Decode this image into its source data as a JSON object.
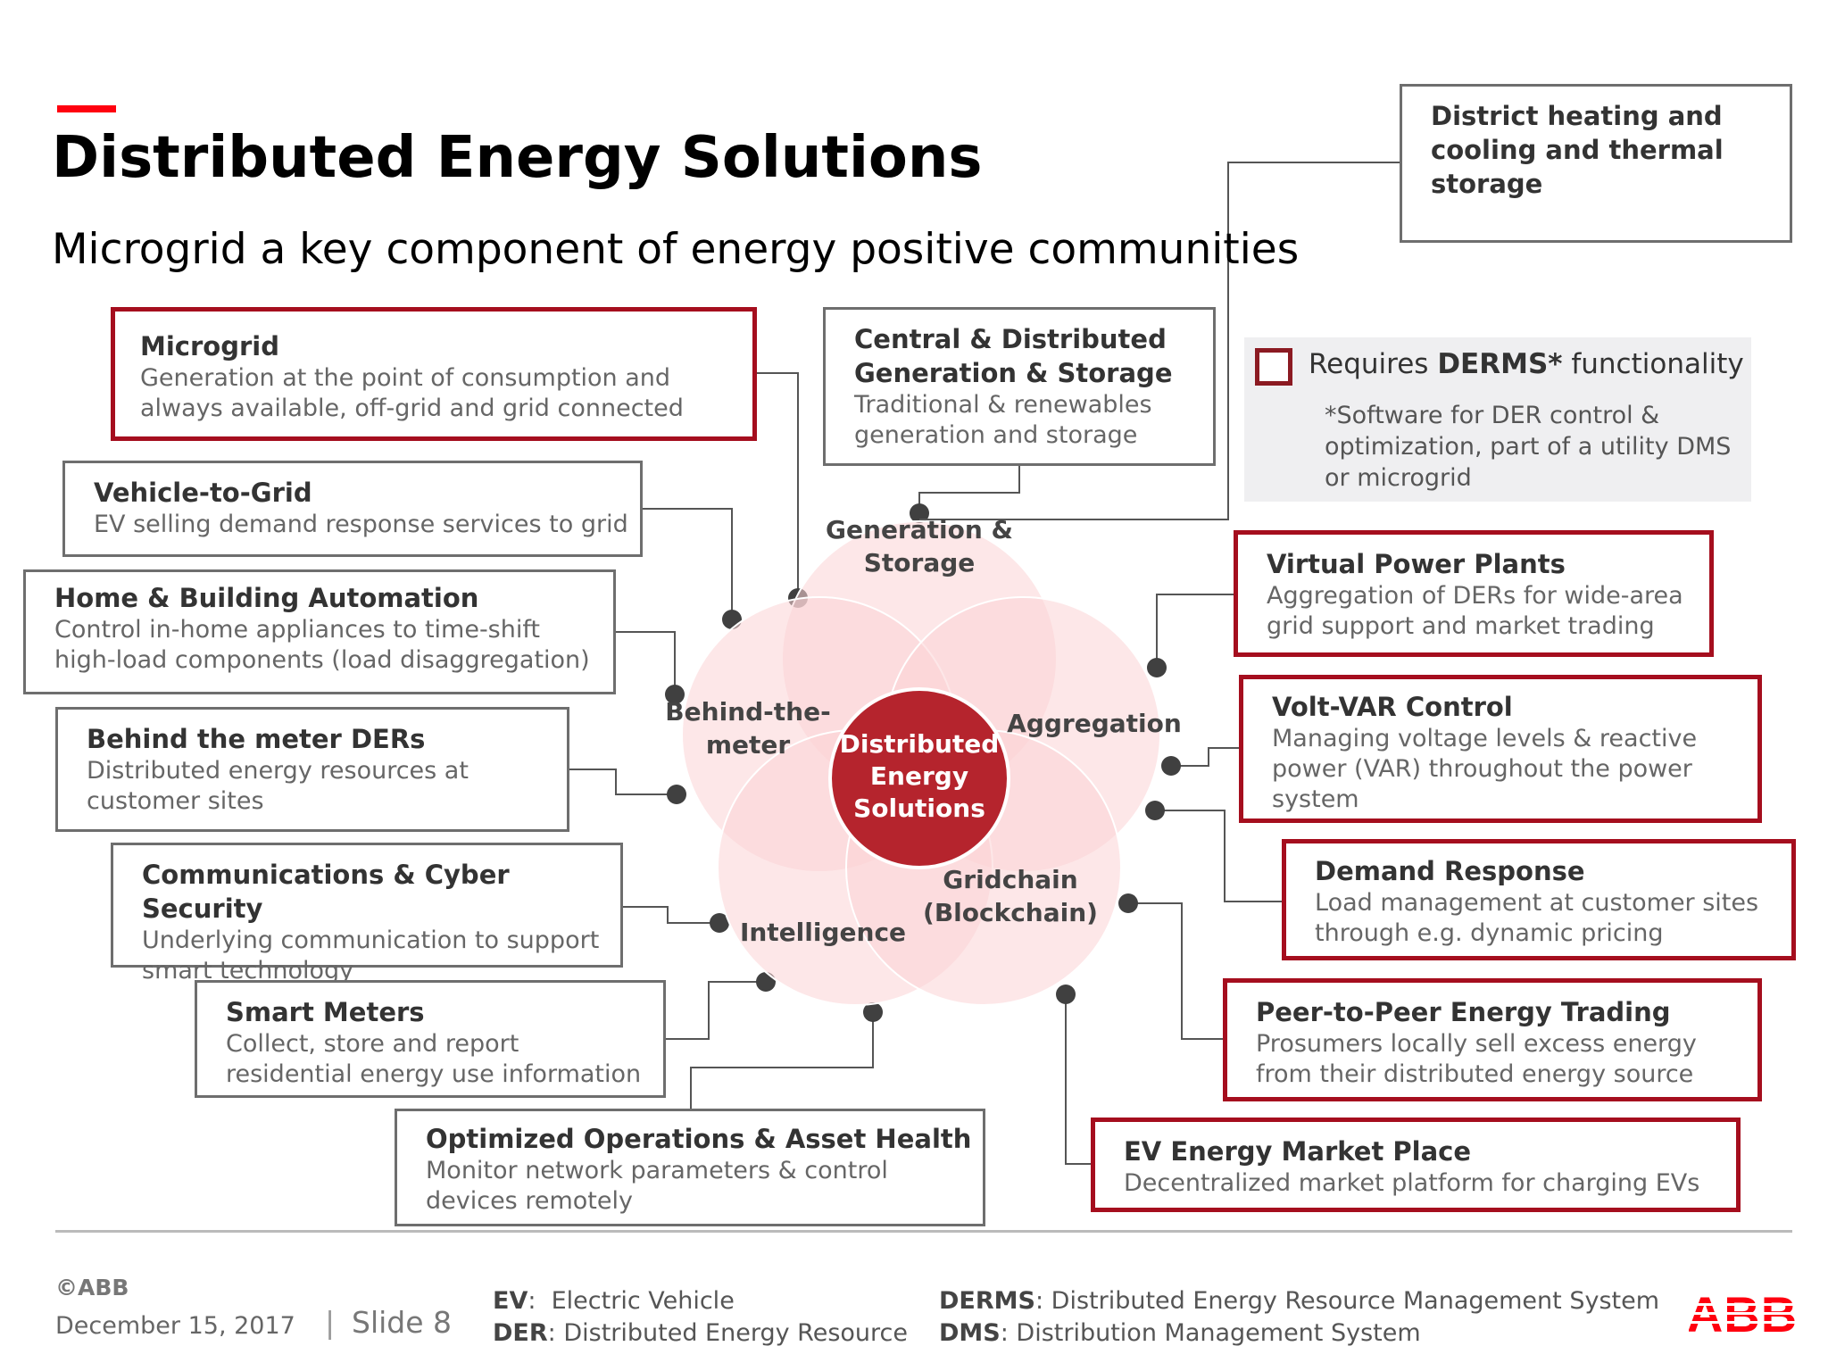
{
  "page": {
    "title": "Distributed Energy Solutions",
    "subtitle": "Microgrid a key component of energy positive communities"
  },
  "center": {
    "label": "Distributed Energy Solutions",
    "lines": [
      "Distributed",
      "Energy",
      "Solutions"
    ],
    "color": "#b5242d"
  },
  "petals": [
    {
      "id": "generation",
      "lines": [
        "Generation &",
        "Storage"
      ]
    },
    {
      "id": "behind",
      "lines": [
        "Behind-the-",
        "meter"
      ]
    },
    {
      "id": "aggregation",
      "lines": [
        "Aggregation"
      ]
    },
    {
      "id": "intelligence",
      "lines": [
        "Intelligence"
      ]
    },
    {
      "id": "gridchain",
      "lines": [
        "Gridchain",
        "(Blockchain)"
      ]
    }
  ],
  "boxes": [
    {
      "id": "microgrid",
      "title": "Microgrid",
      "desc": [
        "Generation at the point of consumption and",
        "always available, off-grid and grid connected"
      ],
      "derms": true
    },
    {
      "id": "central-gen",
      "title": "Central & Distributed Generation & Storage",
      "title_lines": [
        "Central & Distributed",
        "Generation & Storage"
      ],
      "desc": [
        "Traditional & renewables",
        "generation and storage"
      ],
      "derms": false
    },
    {
      "id": "district",
      "title": "District heating and cooling and thermal storage",
      "title_lines": [
        "District heating and",
        "cooling and thermal",
        "storage"
      ],
      "desc": [],
      "derms": false
    },
    {
      "id": "v2g",
      "title": "Vehicle-to-Grid",
      "desc": [
        "EV selling demand response services to grid"
      ],
      "derms": false
    },
    {
      "id": "home",
      "title": "Home & Building Automation",
      "desc": [
        "Control in-home appliances to time-shift",
        "high-load components (load disaggregation)"
      ],
      "derms": false
    },
    {
      "id": "btm",
      "title": "Behind the meter DERs",
      "desc": [
        "Distributed energy resources at",
        "customer sites"
      ],
      "derms": false
    },
    {
      "id": "comms",
      "title": "Communications & Cyber Security",
      "desc": [
        "Underlying communication to support",
        "smart technology"
      ],
      "derms": false
    },
    {
      "id": "smart-meters",
      "title": "Smart Meters",
      "desc": [
        "Collect, store and report",
        "residential energy use information"
      ],
      "derms": false
    },
    {
      "id": "ops",
      "title": "Optimized Operations & Asset Health",
      "desc": [
        "Monitor network parameters  & control",
        "devices remotely"
      ],
      "derms": false
    },
    {
      "id": "vpp",
      "title": "Virtual Power Plants",
      "desc": [
        "Aggregation of DERs for wide-area",
        "grid support and market trading"
      ],
      "derms": true
    },
    {
      "id": "voltvar",
      "title": "Volt-VAR Control",
      "desc": [
        "Managing voltage levels & reactive",
        "power (VAR) throughout the power",
        "system"
      ],
      "derms": true
    },
    {
      "id": "dr",
      "title": "Demand Response",
      "desc": [
        "Load management at customer sites",
        "through e.g. dynamic pricing"
      ],
      "derms": true
    },
    {
      "id": "p2p",
      "title": "Peer-to-Peer Energy Trading",
      "desc": [
        "Prosumers locally sell excess energy",
        "from their distributed energy source"
      ],
      "derms": true
    },
    {
      "id": "ev-market",
      "title": "EV Energy Market Place",
      "desc": [
        "Decentralized market platform for charging EVs"
      ],
      "derms": true
    }
  ],
  "legend": {
    "prefix": "Requires ",
    "bold": "DERMS*",
    "suffix": " functionality",
    "note": [
      "*Software for DER control &",
      "optimization, part of a utility DMS",
      "or microgrid"
    ]
  },
  "footer": {
    "copyright": "©ABB",
    "date": "December 15, 2017",
    "separator": "|",
    "slide": "Slide 8",
    "abbreviations": [
      {
        "key": "EV",
        "value": "Electric Vehicle"
      },
      {
        "key": "DER",
        "value": "Distributed Energy Resource"
      },
      {
        "key": "DERMS",
        "value": "Distributed Energy Resource Management System"
      },
      {
        "key": "DMS",
        "value": "Distribution Management System"
      }
    ]
  },
  "logo": {
    "text": "ABB",
    "color": "#ff000f"
  },
  "colors": {
    "accent": "#ff000f",
    "derms_border": "#a50e1e",
    "box_border": "#6e6e6e",
    "petal_fill": "#fbd3d6",
    "connector": "#555555"
  }
}
